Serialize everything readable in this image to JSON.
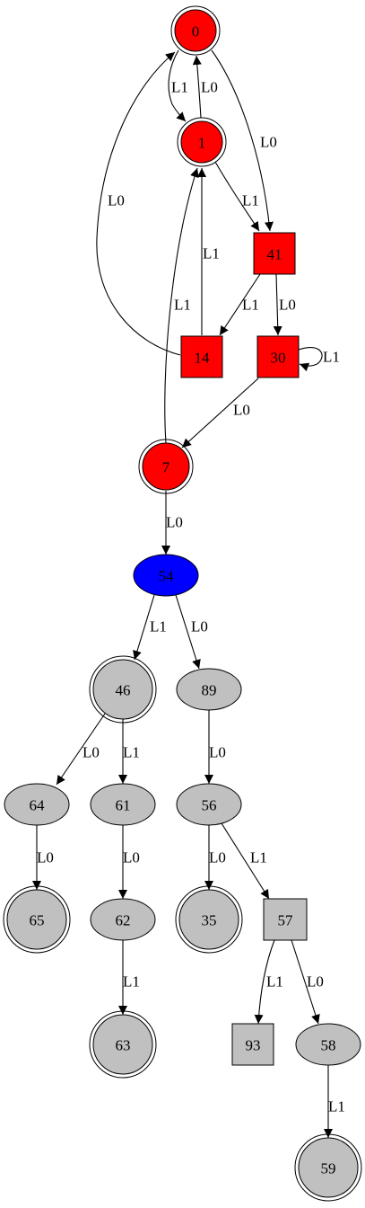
{
  "colors": {
    "red": "#ff0000",
    "blue": "#0000ff",
    "gray": "#c0c0c0"
  },
  "nodes": [
    {
      "id": "n0",
      "label": "0",
      "shape": "doublecircle",
      "color": "#ff0000"
    },
    {
      "id": "n1",
      "label": "1",
      "shape": "doublecircle",
      "color": "#ff0000"
    },
    {
      "id": "n41",
      "label": "41",
      "shape": "box",
      "color": "#ff0000"
    },
    {
      "id": "n14",
      "label": "14",
      "shape": "box",
      "color": "#ff0000"
    },
    {
      "id": "n30",
      "label": "30",
      "shape": "box",
      "color": "#ff0000"
    },
    {
      "id": "n7",
      "label": "7",
      "shape": "doublecircle",
      "color": "#ff0000"
    },
    {
      "id": "n54",
      "label": "54",
      "shape": "ellipse",
      "color": "#0000ff"
    },
    {
      "id": "n46",
      "label": "46",
      "shape": "doublecircle",
      "color": "#c0c0c0"
    },
    {
      "id": "n89",
      "label": "89",
      "shape": "ellipse",
      "color": "#c0c0c0"
    },
    {
      "id": "n64",
      "label": "64",
      "shape": "ellipse",
      "color": "#c0c0c0"
    },
    {
      "id": "n61",
      "label": "61",
      "shape": "ellipse",
      "color": "#c0c0c0"
    },
    {
      "id": "n56",
      "label": "56",
      "shape": "ellipse",
      "color": "#c0c0c0"
    },
    {
      "id": "n65",
      "label": "65",
      "shape": "doublecircle",
      "color": "#c0c0c0"
    },
    {
      "id": "n62",
      "label": "62",
      "shape": "ellipse",
      "color": "#c0c0c0"
    },
    {
      "id": "n35",
      "label": "35",
      "shape": "doublecircle",
      "color": "#c0c0c0"
    },
    {
      "id": "n57",
      "label": "57",
      "shape": "box",
      "color": "#c0c0c0"
    },
    {
      "id": "n63",
      "label": "63",
      "shape": "doublecircle",
      "color": "#c0c0c0"
    },
    {
      "id": "n93",
      "label": "93",
      "shape": "box",
      "color": "#c0c0c0"
    },
    {
      "id": "n58",
      "label": "58",
      "shape": "ellipse",
      "color": "#c0c0c0"
    },
    {
      "id": "n59",
      "label": "59",
      "shape": "doublecircle",
      "color": "#c0c0c0"
    }
  ],
  "edges": [
    {
      "from": "0",
      "to": "1",
      "label": "L1"
    },
    {
      "from": "1",
      "to": "0",
      "label": "L0"
    },
    {
      "from": "0",
      "to": "41",
      "label": "L0"
    },
    {
      "from": "1",
      "to": "41",
      "label": "L1"
    },
    {
      "from": "14",
      "to": "0",
      "label": "L0"
    },
    {
      "from": "14",
      "to": "1",
      "label": "L1"
    },
    {
      "from": "7",
      "to": "1",
      "label": "L1"
    },
    {
      "from": "41",
      "to": "14",
      "label": "L1"
    },
    {
      "from": "41",
      "to": "30",
      "label": "L0"
    },
    {
      "from": "30",
      "to": "30",
      "label": "L1"
    },
    {
      "from": "30",
      "to": "7",
      "label": "L0"
    },
    {
      "from": "7",
      "to": "54",
      "label": "L0"
    },
    {
      "from": "54",
      "to": "46",
      "label": "L1"
    },
    {
      "from": "54",
      "to": "89",
      "label": "L0"
    },
    {
      "from": "46",
      "to": "64",
      "label": "L0"
    },
    {
      "from": "46",
      "to": "61",
      "label": "L1"
    },
    {
      "from": "89",
      "to": "56",
      "label": "L0"
    },
    {
      "from": "64",
      "to": "65",
      "label": "L0"
    },
    {
      "from": "61",
      "to": "62",
      "label": "L0"
    },
    {
      "from": "56",
      "to": "35",
      "label": "L0"
    },
    {
      "from": "56",
      "to": "57",
      "label": "L1"
    },
    {
      "from": "62",
      "to": "63",
      "label": "L1"
    },
    {
      "from": "57",
      "to": "93",
      "label": "L1"
    },
    {
      "from": "57",
      "to": "58",
      "label": "L0"
    },
    {
      "from": "58",
      "to": "59",
      "label": "L1"
    }
  ]
}
